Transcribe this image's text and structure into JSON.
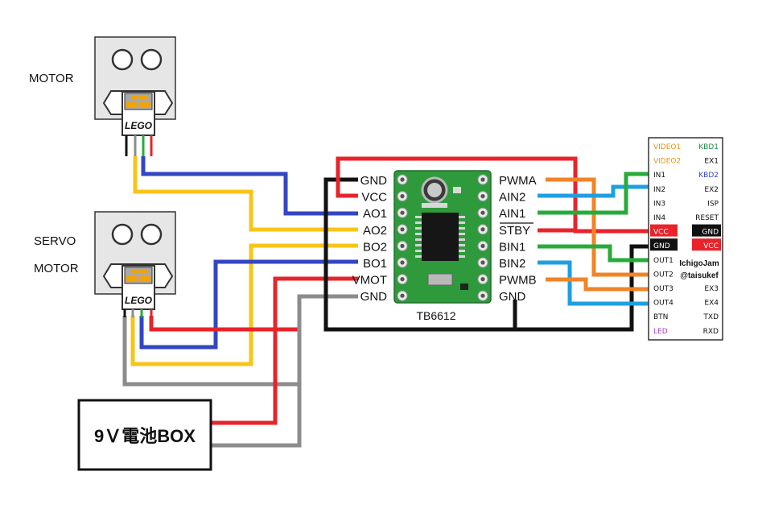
{
  "labels": {
    "motor": "MOTOR",
    "servo_line1": "SERVO",
    "servo_line2": "MOTOR",
    "lego": "LEGO",
    "chip": "TB6612",
    "battery": "9Ｖ電池BOX"
  },
  "driver_left_pins": [
    "GND",
    "VCC",
    "AO1",
    "AO2",
    "BO2",
    "BO1",
    "VMOT",
    "GND"
  ],
  "driver_right_pins": [
    "PWMA",
    "AIN2",
    "AIN1",
    "STBY",
    "BIN1",
    "BIN2",
    "PWMB",
    "GND"
  ],
  "ichigojam": {
    "left_pins": [
      "VIDEO1",
      "VIDEO2",
      "IN1",
      "IN2",
      "IN3",
      "IN4",
      "VCC",
      "GND",
      "OUT1",
      "OUT2",
      "OUT3",
      "OUT4",
      "BTN",
      "LED"
    ],
    "right_pins": [
      "KBD1",
      "EX1",
      "KBD2",
      "EX2",
      "ISP",
      "RESET",
      "GND",
      "VCC"
    ],
    "right_pins_bottom": [
      "EX3",
      "EX4",
      "TXD",
      "RXD"
    ],
    "title": "IchigoJam",
    "credit": "@taisukef"
  },
  "colors": {
    "red": "#e8232a",
    "blue": "#3346c2",
    "yellow": "#f7c518",
    "black": "#111111",
    "gray": "#8c8c8c",
    "green": "#27ab3a",
    "cyan": "#1e9fe0",
    "orange": "#f08427",
    "pcb": "#2e9a3c"
  }
}
